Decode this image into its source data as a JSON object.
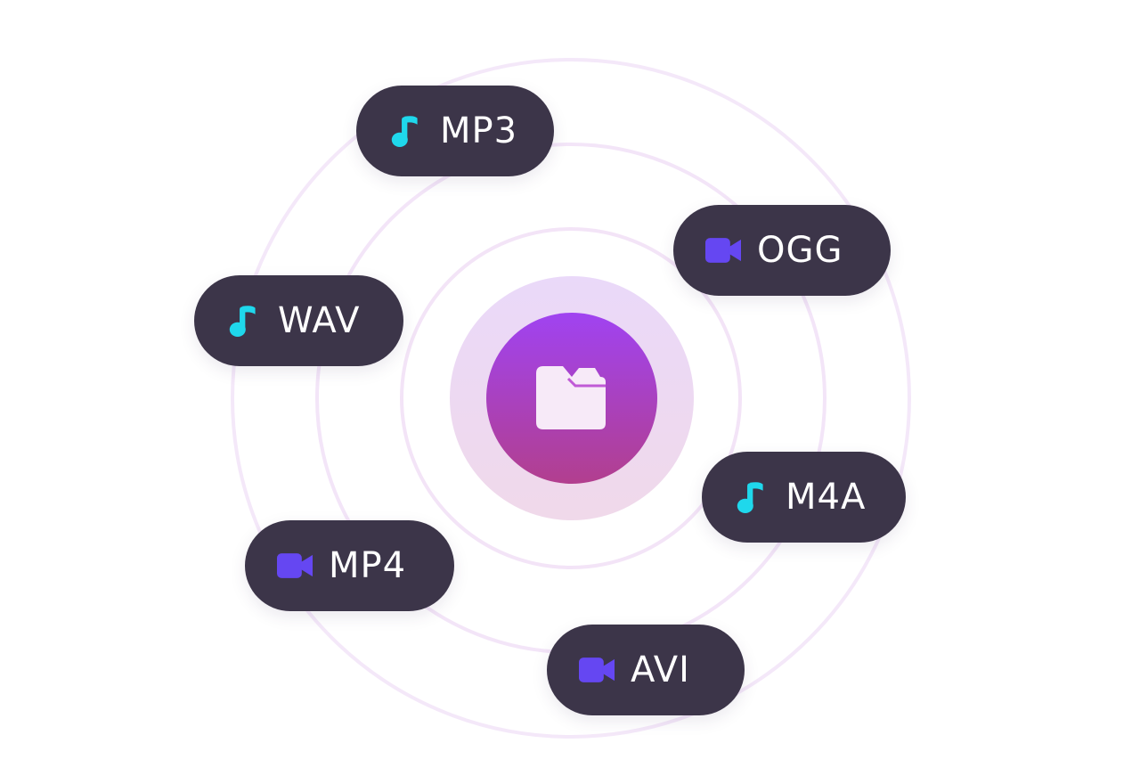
{
  "colors": {
    "chip_background": "#3c3549",
    "label_text": "#ffffff",
    "audio_icon": "#1fd8ec",
    "video_icon": "#6547f2",
    "center_gradient_top": "#a043f1",
    "center_gradient_bottom": "#b23f8e",
    "halo": "#ead9f9",
    "ring": "#f3e6f8"
  },
  "center": {
    "icon": "folder-icon"
  },
  "formats": [
    {
      "id": "mp3",
      "label": "MP3",
      "kind": "audio",
      "icon": "music-note-icon"
    },
    {
      "id": "ogg",
      "label": "OGG",
      "kind": "video",
      "icon": "video-camera-icon"
    },
    {
      "id": "wav",
      "label": "WAV",
      "kind": "audio",
      "icon": "music-note-icon"
    },
    {
      "id": "m4a",
      "label": "M4A",
      "kind": "audio",
      "icon": "music-note-icon"
    },
    {
      "id": "mp4",
      "label": "MP4",
      "kind": "video",
      "icon": "video-camera-icon"
    },
    {
      "id": "avi",
      "label": "AVI",
      "kind": "video",
      "icon": "video-camera-icon"
    }
  ]
}
